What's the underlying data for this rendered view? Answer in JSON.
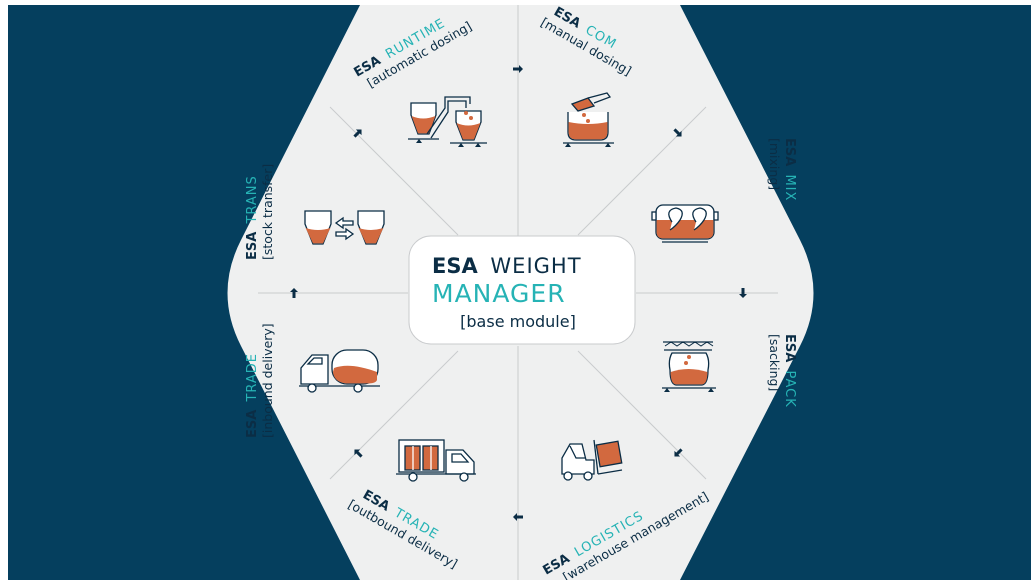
{
  "colors": {
    "background": "#053f5e",
    "hexagon": "#eff0f0",
    "accent_teal": "#26b3b5",
    "dark": "#0b2d45",
    "product_orange": "#d2693f",
    "line": "#c9cbcd"
  },
  "center": {
    "brand": "ESA",
    "title_1": "WEIGHT",
    "title_2": "MANAGER",
    "subtitle": "[base module]"
  },
  "modules": {
    "com": {
      "brand": "ESA",
      "name": "COM",
      "desc": "[manual dosing]",
      "icon": "manual-dosing-icon"
    },
    "mix": {
      "brand": "ESA",
      "name": "MIX",
      "desc": "[mixing]",
      "icon": "mixer-icon"
    },
    "pack": {
      "brand": "ESA",
      "name": "PACK",
      "desc": "[sacking]",
      "icon": "sacking-icon"
    },
    "logistics": {
      "brand": "ESA",
      "name": "LOGISTICS",
      "desc": "[warehouse management]",
      "icon": "forklift-icon"
    },
    "trade_out": {
      "brand": "ESA",
      "name": "TRADE",
      "desc": "[outbound delivery]",
      "icon": "delivery-truck-icon"
    },
    "trade_in": {
      "brand": "ESA",
      "name": "TRADE",
      "desc": "[inbound delivery]",
      "icon": "tanker-truck-icon"
    },
    "trans": {
      "brand": "ESA",
      "name": "TRANS",
      "desc": "[stock transfer]",
      "icon": "stock-transfer-icon"
    },
    "runtime": {
      "brand": "ESA",
      "name": "RUNTIME",
      "desc": "[automatic dosing]",
      "icon": "automatic-dosing-icon"
    }
  }
}
